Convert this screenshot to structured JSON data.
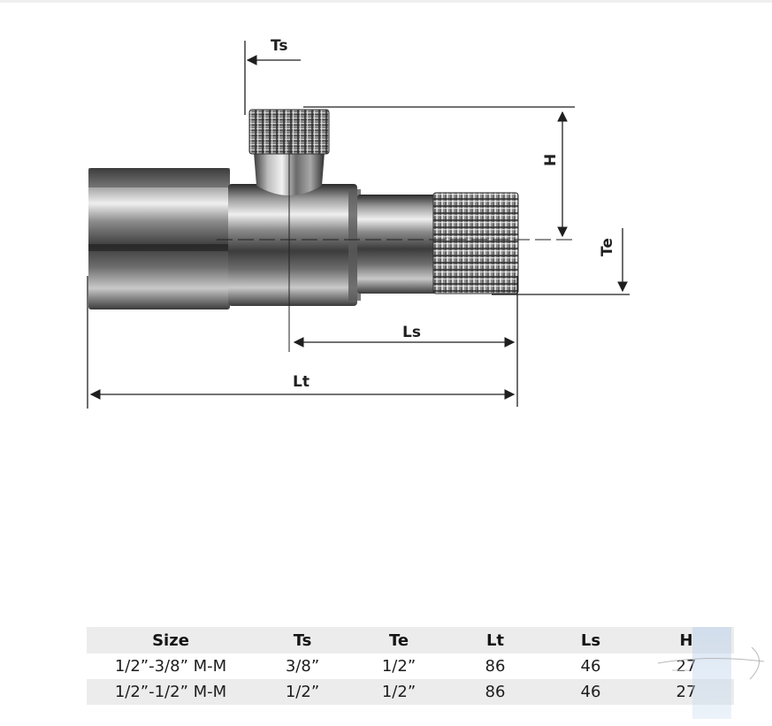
{
  "drawing": {
    "labels": {
      "ts": "Ts",
      "h": "H",
      "te": "Te",
      "ls": "Ls",
      "lt": "Lt"
    }
  },
  "table": {
    "headers": [
      "Size",
      "Ts",
      "Te",
      "Lt",
      "Ls",
      "H"
    ],
    "rows": [
      [
        "1/2”-3/8” M-M",
        "3/8”",
        "1/2”",
        "86",
        "46",
        "27"
      ],
      [
        "1/2”-1/2” M-M",
        "1/2”",
        "1/2”",
        "86",
        "46",
        "27"
      ]
    ]
  },
  "colors": {
    "metal_dark": "#3a3a3a",
    "metal_light": "#d8d8d8",
    "dimension_line": "#1f1f1f",
    "header_row_bg": "#ececec"
  }
}
